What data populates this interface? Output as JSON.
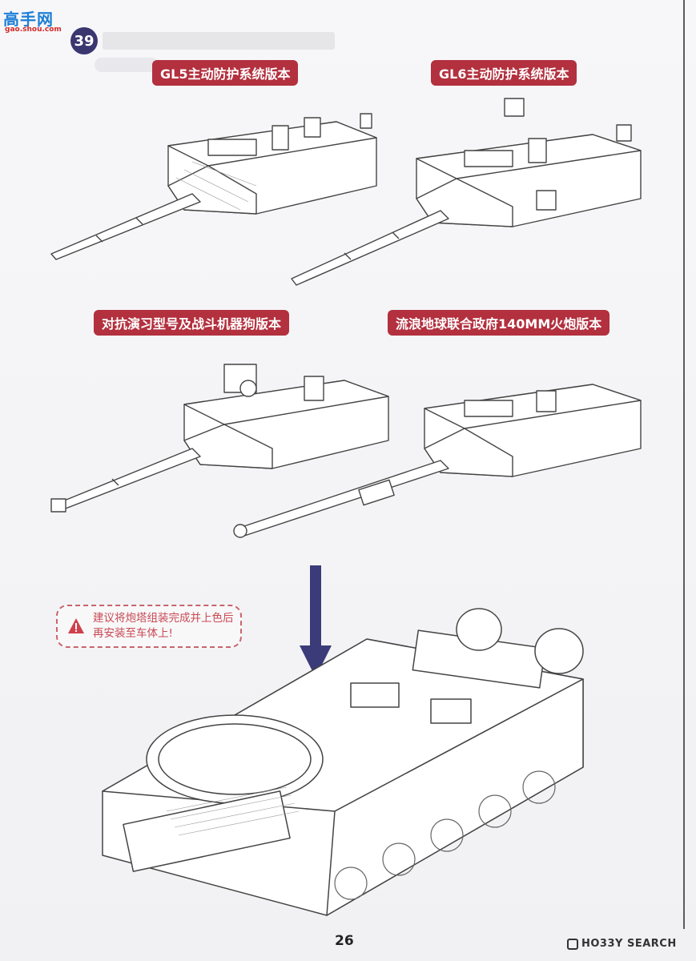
{
  "watermark": {
    "main": "高手网",
    "sub": "gao.shou.com"
  },
  "step": {
    "number": "39"
  },
  "variants": [
    {
      "label": "GL5主动防护系统版本"
    },
    {
      "label": "GL6主动防护系统版本"
    },
    {
      "label": "对抗演习型号及战斗机器狗版本"
    },
    {
      "label": "流浪地球联合政府140MM火炮版本"
    }
  ],
  "notice": {
    "text": "建议将炮塔组装完成并上色后再安装至车体上!",
    "icon": "warning-icon",
    "color": "#c84a55"
  },
  "arrow": {
    "icon": "arrow-down-icon",
    "color": "#3b3b7a"
  },
  "footer": {
    "page_number": "26",
    "brand": "HO33Y SEARCH"
  },
  "colors": {
    "label_bg": "#b3303e",
    "badge_bg": "#3a3670"
  }
}
